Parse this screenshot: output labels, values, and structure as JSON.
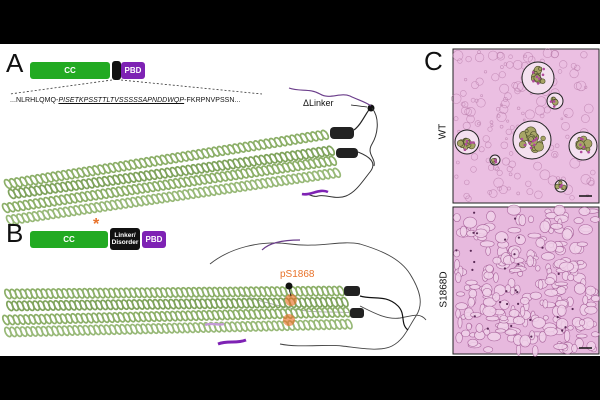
{
  "panels": {
    "a": {
      "letter": "A",
      "domains": {
        "cc": "CC",
        "pbd": "PBD"
      },
      "sequence": {
        "prefix": "...NLRHLQMQ-",
        "linker": "PISETKPSSTTLTVSSSSSAPNDDWQP",
        "suffix": "-FKRPNVPSSN..."
      },
      "annotation": "ΔLinker"
    },
    "b": {
      "letter": "B",
      "domains": {
        "cc": "CC",
        "linker_line1": "Linker/",
        "linker_line2": "Disorder",
        "pbd": "PBD"
      },
      "asterisk": "*",
      "annotation": "pS1868"
    },
    "c": {
      "letter": "C",
      "rows": [
        {
          "label": "WT"
        },
        {
          "label": "S1868D"
        }
      ]
    }
  },
  "colors": {
    "cc": "#22aa22",
    "pbd": "#7e22b4",
    "linker_box": "#111111",
    "helix": "#8caf68",
    "phospho": "#e8722a",
    "micrograph_bg": "#e7b9de"
  }
}
